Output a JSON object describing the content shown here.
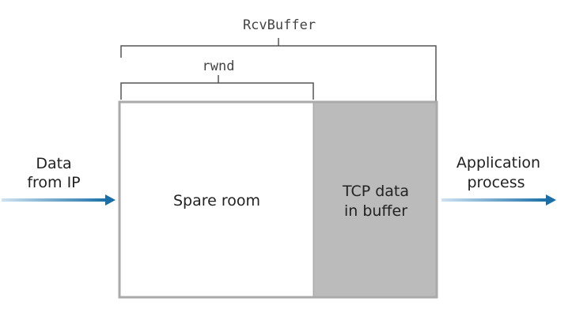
{
  "labels": {
    "rcvbuffer": "RcvBuffer",
    "rwnd": "rwnd",
    "input_line1": "Data",
    "input_line2": "from IP",
    "spare_room": "Spare room",
    "tcp_line1": "TCP data",
    "tcp_line2": "in buffer",
    "output_line1": "Application",
    "output_line2": "process"
  },
  "colors": {
    "buffer_fill": "#bbbbbb",
    "arrow_blue": "#1a6fa8",
    "border": "#aaaaaa",
    "bracket": "#555555"
  }
}
